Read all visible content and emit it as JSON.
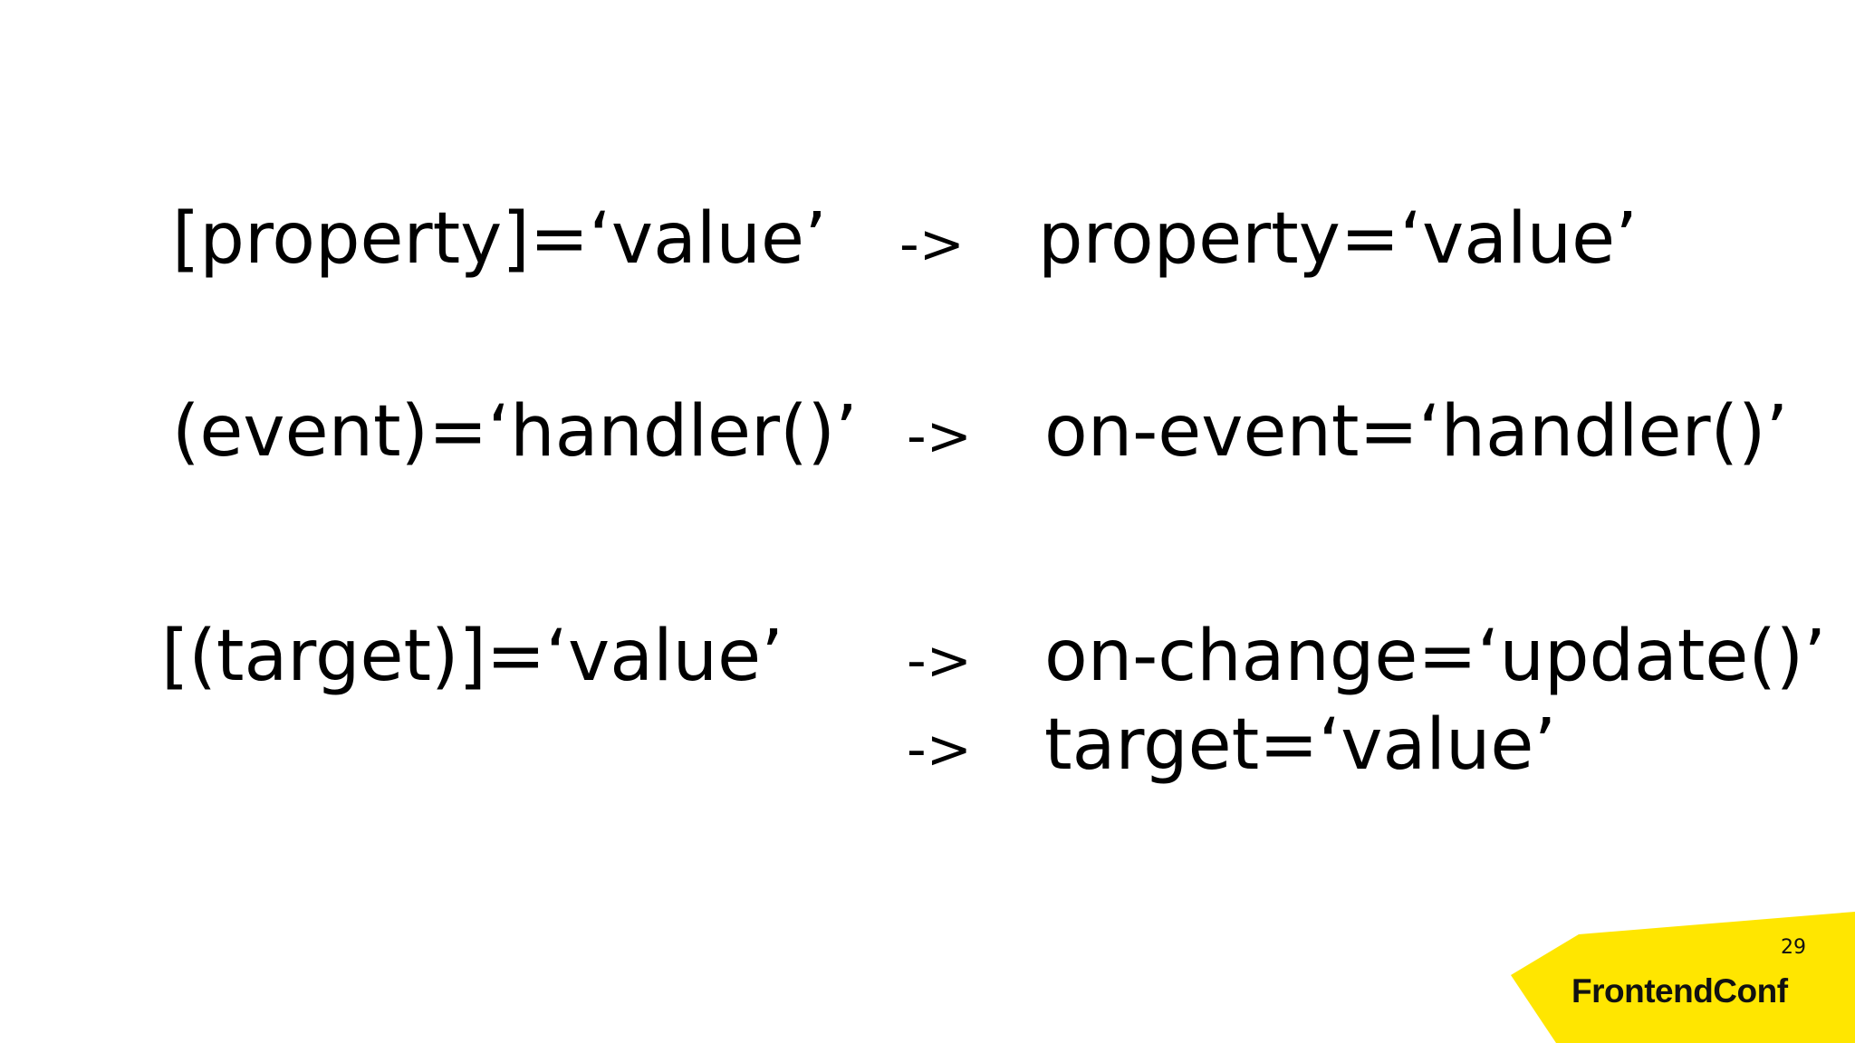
{
  "slide": {
    "rows": [
      {
        "left": "[property]=‘value’",
        "arrow": "->",
        "right": "property=‘value’"
      },
      {
        "left": "(event)=‘handler()’",
        "arrow": "->",
        "right": "on-event=‘handler()’"
      },
      {
        "left": "[(target)]=‘value’",
        "arrow": "->",
        "right": "on-change=‘update()’"
      },
      {
        "left": "",
        "arrow": "->",
        "right": "target=‘value’"
      }
    ],
    "page_number": "29",
    "brand": "FrontendConf",
    "brand_color": "#FFE600"
  }
}
